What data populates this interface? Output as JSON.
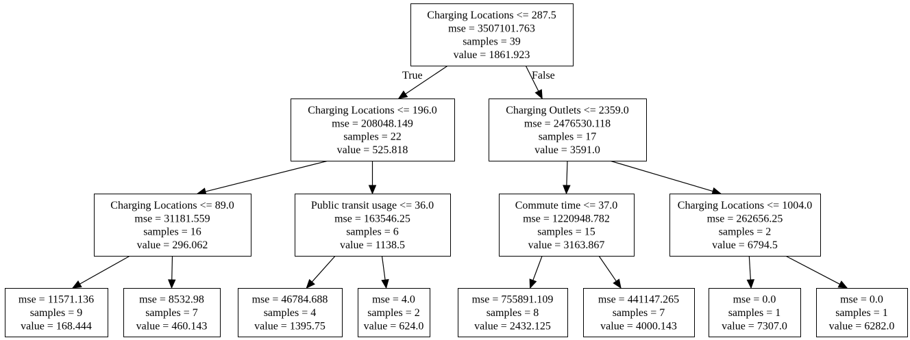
{
  "tree": {
    "nodes": [
      {
        "id": "n0",
        "lines": [
          "Charging Locations <= 287.5",
          "mse = 3507101.763",
          "samples = 39",
          "value = 1861.923"
        ]
      },
      {
        "id": "n1",
        "lines": [
          "Charging Locations <= 196.0",
          "mse = 208048.149",
          "samples = 22",
          "value = 525.818"
        ]
      },
      {
        "id": "n2",
        "lines": [
          "Charging Outlets <= 2359.0",
          "mse = 2476530.118",
          "samples = 17",
          "value = 3591.0"
        ]
      },
      {
        "id": "n3",
        "lines": [
          "Charging Locations <= 89.0",
          "mse = 31181.559",
          "samples = 16",
          "value = 296.062"
        ]
      },
      {
        "id": "n4",
        "lines": [
          "Public transit usage <= 36.0",
          "mse = 163546.25",
          "samples = 6",
          "value = 1138.5"
        ]
      },
      {
        "id": "n5",
        "lines": [
          "Commute time <= 37.0",
          "mse = 1220948.782",
          "samples = 15",
          "value = 3163.867"
        ]
      },
      {
        "id": "n6",
        "lines": [
          "Charging Locations <= 1004.0",
          "mse = 262656.25",
          "samples = 2",
          "value = 6794.5"
        ]
      },
      {
        "id": "n7",
        "lines": [
          "mse = 11571.136",
          "samples = 9",
          "value = 168.444"
        ]
      },
      {
        "id": "n8",
        "lines": [
          "mse = 8532.98",
          "samples = 7",
          "value = 460.143"
        ]
      },
      {
        "id": "n9",
        "lines": [
          "mse = 46784.688",
          "samples = 4",
          "value = 1395.75"
        ]
      },
      {
        "id": "n10",
        "lines": [
          "mse = 4.0",
          "samples = 2",
          "value = 624.0"
        ]
      },
      {
        "id": "n11",
        "lines": [
          "mse = 755891.109",
          "samples = 8",
          "value = 2432.125"
        ]
      },
      {
        "id": "n12",
        "lines": [
          "mse = 441147.265",
          "samples = 7",
          "value = 4000.143"
        ]
      },
      {
        "id": "n13",
        "lines": [
          "mse = 0.0",
          "samples = 1",
          "value = 7307.0"
        ]
      },
      {
        "id": "n14",
        "lines": [
          "mse = 0.0",
          "samples = 1",
          "value = 6282.0"
        ]
      }
    ],
    "edges": [
      {
        "from": "n0",
        "to": "n1",
        "label": "True"
      },
      {
        "from": "n0",
        "to": "n2",
        "label": "False"
      },
      {
        "from": "n1",
        "to": "n3",
        "label": ""
      },
      {
        "from": "n1",
        "to": "n4",
        "label": ""
      },
      {
        "from": "n2",
        "to": "n5",
        "label": ""
      },
      {
        "from": "n2",
        "to": "n6",
        "label": ""
      },
      {
        "from": "n3",
        "to": "n7",
        "label": ""
      },
      {
        "from": "n3",
        "to": "n8",
        "label": ""
      },
      {
        "from": "n4",
        "to": "n9",
        "label": ""
      },
      {
        "from": "n4",
        "to": "n10",
        "label": ""
      },
      {
        "from": "n5",
        "to": "n11",
        "label": ""
      },
      {
        "from": "n5",
        "to": "n12",
        "label": ""
      },
      {
        "from": "n6",
        "to": "n13",
        "label": ""
      },
      {
        "from": "n6",
        "to": "n14",
        "label": ""
      }
    ]
  }
}
